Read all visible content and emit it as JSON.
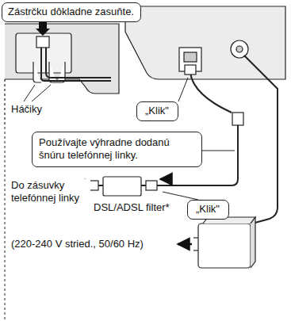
{
  "diagram": {
    "nodes": [
      {
        "text": [
          "Zástrčku dôkladne zasuňte."
        ]
      },
      {
        "text": [
          "„Klik\""
        ]
      },
      {
        "text": [
          "Používajte výhradne dodanú šnúru telefónnej linky."
        ]
      },
      {
        "text": [
          "„Klik\""
        ]
      }
    ],
    "labels": [
      "Háčiky",
      "Do zásuvky telefónnej linky",
      "DSL/ADSL filter*",
      "(220-240 V stried., 50/60 Hz)"
    ]
  }
}
